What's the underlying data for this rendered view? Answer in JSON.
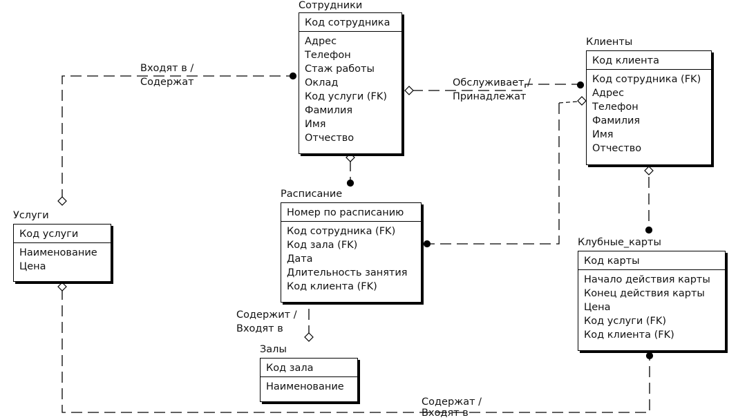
{
  "entities": {
    "employees": {
      "title": "Сотрудники",
      "key": "Код сотрудника",
      "attributes": [
        "Адрес",
        "Телефон",
        "Стаж работы",
        "Оклад",
        "Код услуги (FK)",
        "Фамилия",
        "Имя",
        "Отчество"
      ]
    },
    "clients": {
      "title": "Клиенты",
      "key": "Код клиента",
      "attributes": [
        "Код сотрудника (FK)",
        "Адрес",
        "Телефон",
        "Фамилия",
        "Имя",
        "Отчество"
      ]
    },
    "services": {
      "title": "Услуги",
      "key": "Код услуги",
      "attributes": [
        "Наименование",
        "Цена"
      ]
    },
    "schedule": {
      "title": "Расписание",
      "key": "Номер по расписанию",
      "attributes": [
        "Код сотрудника (FK)",
        "Код зала (FK)",
        "Дата",
        "Длительность занятия",
        "Код клиента (FK)"
      ]
    },
    "club_cards": {
      "title": "Клубные_карты",
      "key": "Код карты",
      "attributes": [
        "Начало действия карты",
        "Конец действия карты",
        "Цена",
        "Код услуги (FK)",
        "Код клиента (FK)"
      ]
    },
    "halls": {
      "title": "Залы",
      "key": "Код зала",
      "attributes": [
        "Наименование"
      ]
    }
  },
  "relationships": {
    "services_employees": [
      "Входят в /",
      "Содержат"
    ],
    "employees_clients": [
      "Обслуживает /",
      "Принадлежат"
    ],
    "halls_schedule": [
      "Содержит /",
      "Входят в"
    ],
    "services_cards": [
      "Содержат /",
      "Входят в"
    ]
  }
}
